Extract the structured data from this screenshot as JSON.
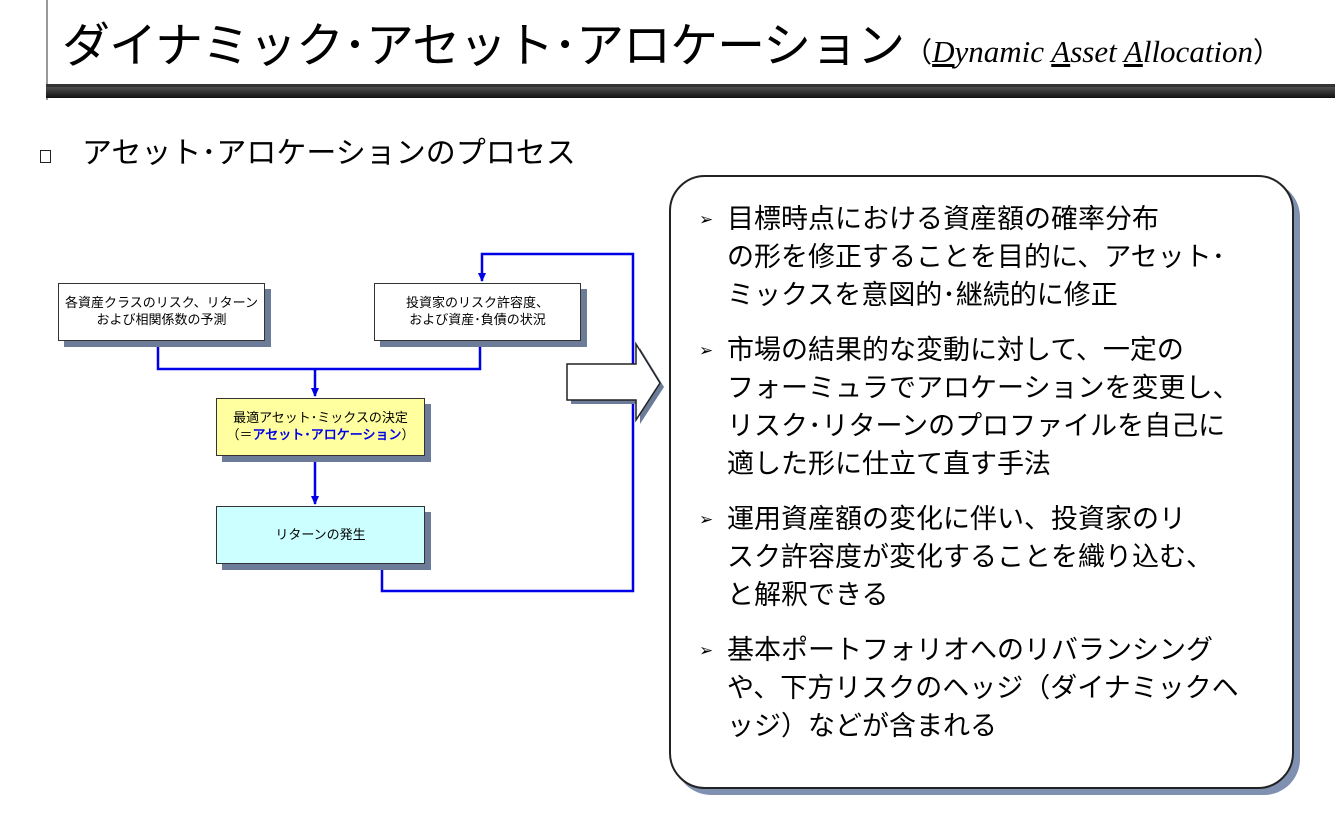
{
  "title": {
    "main": "ダイナミック･アセット･アロケーション",
    "open_paren": "（",
    "sub_parts": [
      {
        "u": "D",
        "t": "ynamic "
      },
      {
        "u": "A",
        "t": "sset "
      },
      {
        "u": "A",
        "t": "llocation"
      }
    ],
    "close_paren": "）"
  },
  "section": {
    "heading": "アセット･アロケーションのプロセス"
  },
  "flowchart": {
    "box1": {
      "line1": "各資産クラスのリスク、リターン",
      "line2": "および相関係数の予測"
    },
    "box2": {
      "line1": "投資家のリスク許容度、",
      "line2": "および資産･負債の状況"
    },
    "box3": {
      "line1": "最適アセット･ミックスの決定",
      "line2_pre": "（＝",
      "line2_hl": "アセット･アロケーション",
      "line2_post": "）"
    },
    "box4": {
      "line1": "リターンの発生"
    },
    "colors": {
      "arrow": "#0000e6",
      "shadow": "#6b7b98"
    }
  },
  "panel": {
    "items": [
      {
        "lines": [
          "目標時点における資産額の確率分布",
          "の形を修正することを目的に、アセット･",
          "ミックスを意図的･継続的に修正"
        ]
      },
      {
        "lines": [
          "市場の結果的な変動に対して、一定の",
          "フォーミュラでアロケーションを変更し、",
          "リスク･リターンのプロファイルを自己に",
          "適した形に仕立て直す手法"
        ]
      },
      {
        "lines": [
          "運用資産額の変化に伴い、投資家のリ",
          "スク許容度が変化することを織り込む、",
          "と解釈できる"
        ]
      },
      {
        "lines": [
          "基本ポートフォリオへのリバランシング",
          "や、下方リスクのヘッジ（ダイナミックヘ",
          "ッジ）などが含まれる"
        ]
      }
    ]
  }
}
